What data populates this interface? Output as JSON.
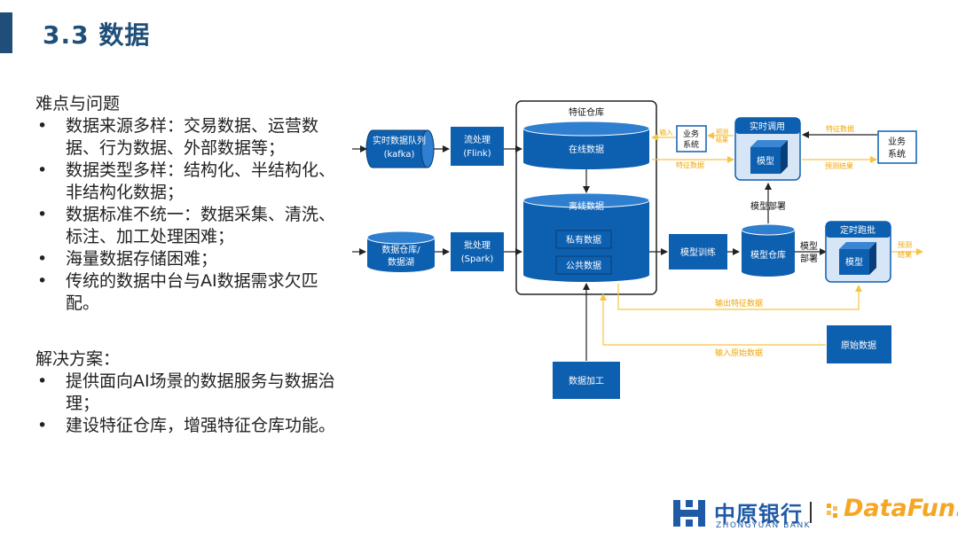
{
  "title": "3.3 数据",
  "problems": {
    "heading": "难点与问题",
    "items": [
      "数据来源多样：交易数据、运营数据、行为数据、外部数据等；",
      "数据类型多样：结构化、半结构化、非结构化数据；",
      "数据标准不统一：数据采集、清洗、标注、加工处理困难；",
      "海量数据存储困难；",
      "传统的数据中台与AI数据需求欠匹配。"
    ]
  },
  "solutions": {
    "heading": "解决方案：",
    "items": [
      "提供面向AI场景的数据服务与数据治理；",
      "建设特征仓库，增强特征仓库功能。"
    ]
  },
  "diagram": {
    "realtime_queue": [
      "实时数据队列",
      "(kafka)"
    ],
    "stream_proc": [
      "流处理",
      "(Flink)"
    ],
    "warehouse_lake": [
      "数据仓库/",
      "数据湖"
    ],
    "batch_proc": [
      "批处理",
      "(Spark)"
    ],
    "feature_store": "特征仓库",
    "online_data": "在线数据",
    "offline_data": "离线数据",
    "private_data": "私有数据",
    "public_data": "公共数据",
    "data_processing": "数据加工",
    "model_training": "模型训练",
    "model_warehouse": "模型仓库",
    "model_deploy_1": "模型部署",
    "model_deploy_2": [
      "模型",
      "部署"
    ],
    "realtime_call": "实时调用",
    "model_1": "模型",
    "scheduled_batch": "定时跑批",
    "model_2": "模型",
    "biz_system_1": [
      "业务",
      "系统"
    ],
    "biz_system_2": [
      "业务",
      "系统"
    ],
    "raw_data": "原始数据",
    "label_input": "输入",
    "label_predict_result_small": [
      "预测",
      "结果"
    ],
    "label_feature_data_1": "特征数据",
    "label_feature_data_2": "特征数据",
    "label_predict_result": "预测结果",
    "label_predict_result_right": [
      "预测",
      "结果"
    ],
    "label_output_feature": "输出特征数据",
    "label_input_raw": "输入原始数据"
  },
  "logo": {
    "cn_name": "中原银行",
    "en_name": "ZHONGYUAN BANK",
    "datafun": "DataFun."
  },
  "colors": {
    "blue": "#0d5fb0",
    "dark_blue": "#1f4e79",
    "yellow": "#f7c544"
  }
}
